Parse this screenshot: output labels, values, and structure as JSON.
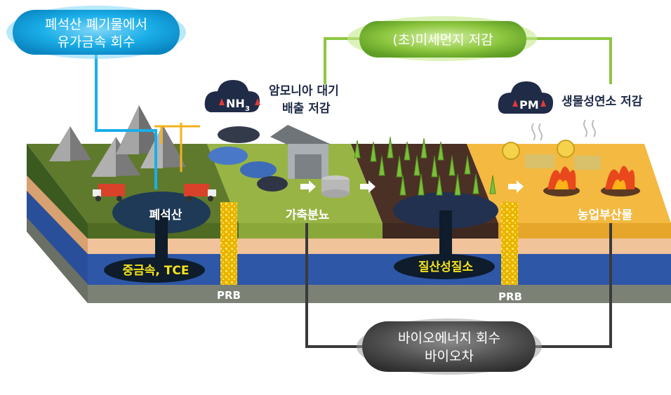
{
  "callouts": {
    "mine_recovery_line1": "폐석산 폐기물에서",
    "mine_recovery_line2": "유가금속 회수",
    "pm_reduction": "(초)미세먼지 저감",
    "ammonia_line1": "암모니아 대기",
    "ammonia_line2": "배출 저감",
    "biomass_burning": "생물성연소 저감",
    "bioenergy_line1": "바이오에너지 회수",
    "bioenergy_line2": "바이오차"
  },
  "badges": {
    "nh3": "NH",
    "nh3_sub": "3",
    "pm": "PM"
  },
  "zones": {
    "waste_mine": "폐석산",
    "livestock_manure": "가축분뇨",
    "agri_byproduct": "농업부산물"
  },
  "contaminants": {
    "heavy_metal": "중금속, TCE",
    "nitrate": "질산성질소"
  },
  "barriers": {
    "prb_left": "PRB",
    "prb_right": "PRB"
  },
  "colors": {
    "blue_pill": "#1aaee8",
    "green_pill": "#7dc242",
    "dark_pill": "#4a4a4a",
    "yellow_text": "#f5e31a",
    "green_line": "#8dc63f",
    "blue_line": "#1aaee8"
  }
}
